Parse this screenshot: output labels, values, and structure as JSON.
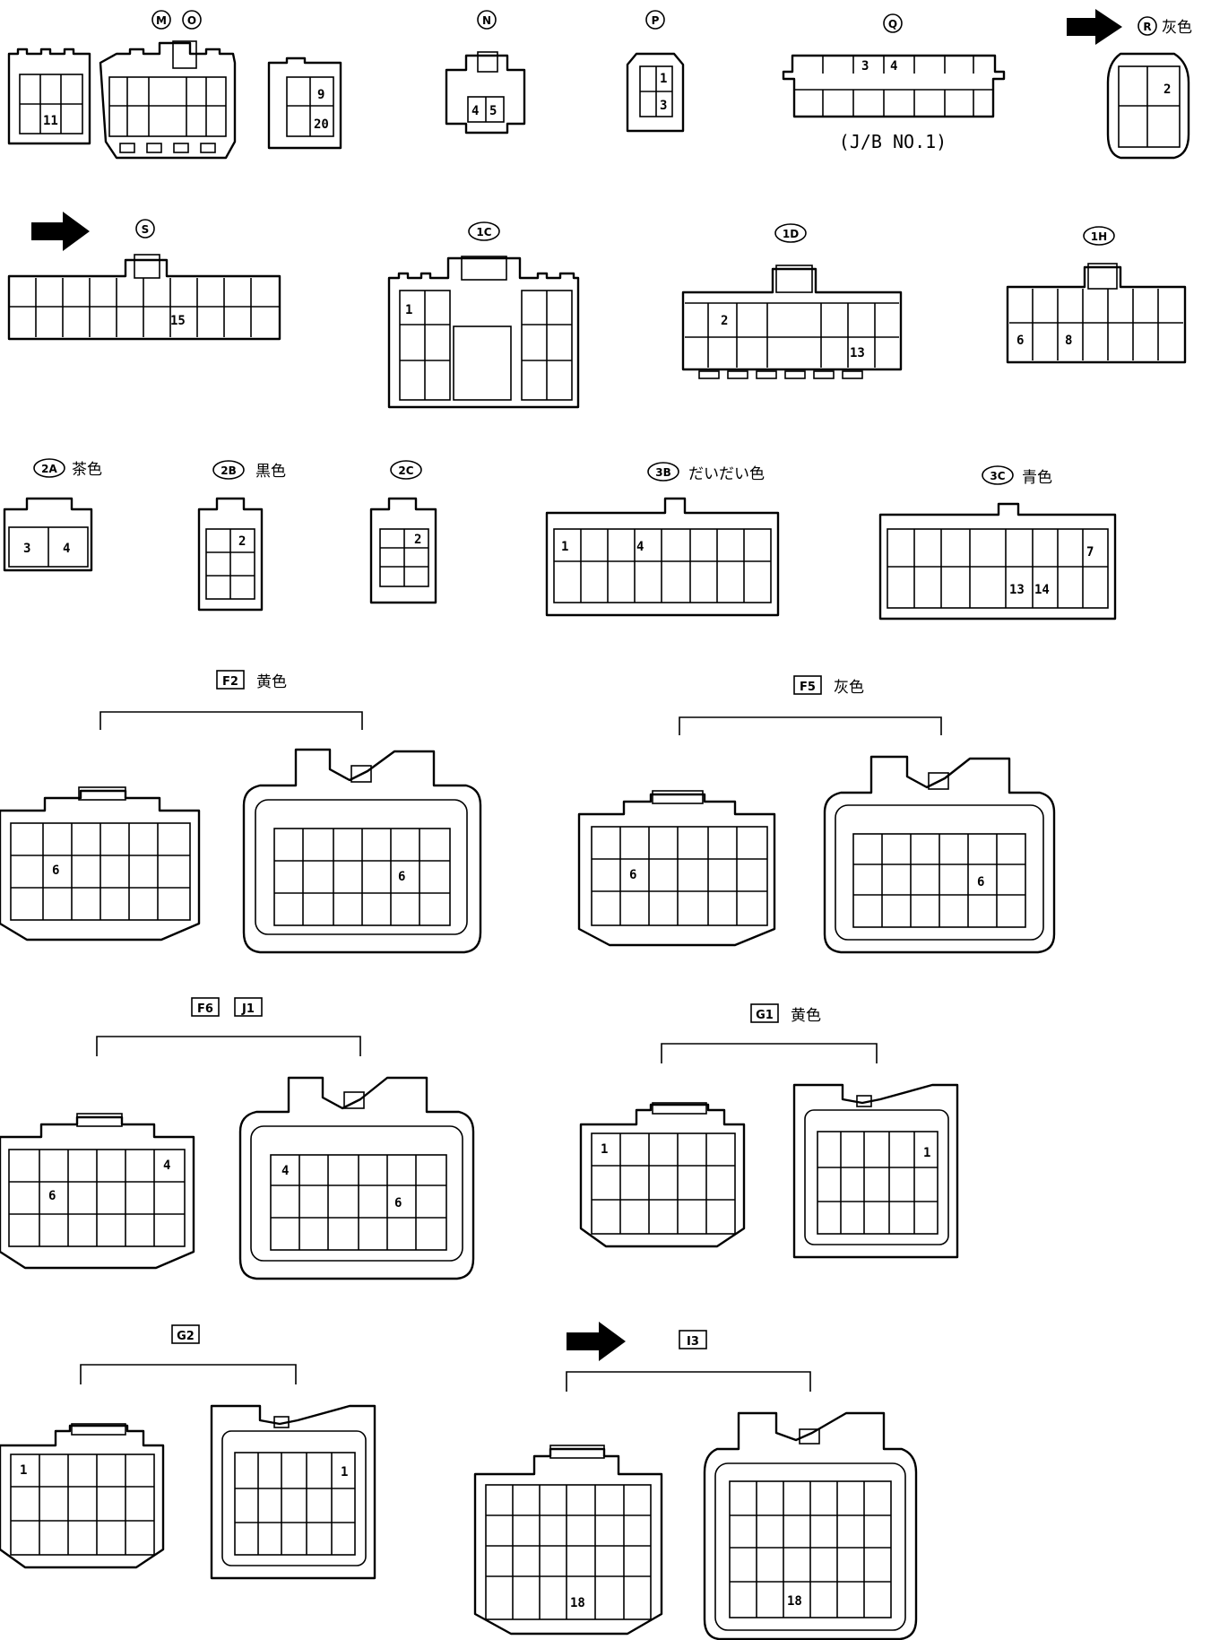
{
  "connectors": {
    "mo": {
      "code_m": "M",
      "code_o": "O",
      "pins": [
        "11",
        "9",
        "20"
      ]
    },
    "n": {
      "code": "N",
      "pins": [
        "4",
        "5"
      ]
    },
    "p": {
      "code": "P",
      "pins": [
        "1",
        "3"
      ]
    },
    "q": {
      "code": "Q",
      "pins": [
        "3",
        "4"
      ],
      "sub": "(J/B NO.1)"
    },
    "r": {
      "code": "R",
      "color": "灰色",
      "pins": [
        "2"
      ]
    },
    "s": {
      "code": "S",
      "pins": [
        "15"
      ]
    },
    "c1": {
      "code": "1C",
      "pins": [
        "1"
      ]
    },
    "d1": {
      "code": "1D",
      "pins": [
        "2",
        "13"
      ]
    },
    "h1": {
      "code": "1H",
      "pins": [
        "6",
        "8"
      ]
    },
    "a2": {
      "code": "2A",
      "color": "茶色",
      "pins": [
        "3",
        "4"
      ]
    },
    "b2": {
      "code": "2B",
      "color": "黒色",
      "pins": [
        "2"
      ]
    },
    "c2": {
      "code": "2C",
      "pins": [
        "2"
      ]
    },
    "b3": {
      "code": "3B",
      "color": "だいだい色",
      "pins": [
        "1",
        "4"
      ]
    },
    "c3": {
      "code": "3C",
      "color": "青色",
      "pins": [
        "7",
        "13",
        "14"
      ]
    },
    "f2": {
      "code": "F2",
      "color": "黄色",
      "left_pins": [
        "6"
      ],
      "right_pins": [
        "6"
      ]
    },
    "f5": {
      "code": "F5",
      "color": "灰色",
      "left_pins": [
        "6"
      ],
      "right_pins": [
        "6"
      ]
    },
    "f6": {
      "code": "F6",
      "code2": "J1",
      "left_pins": [
        "4",
        "6"
      ],
      "right_pins": [
        "4",
        "6"
      ]
    },
    "g1": {
      "code": "G1",
      "color": "黄色",
      "left_pins": [
        "1"
      ],
      "right_pins": [
        "1"
      ]
    },
    "g2": {
      "code": "G2",
      "left_pins": [
        "1"
      ],
      "right_pins": [
        "1"
      ]
    },
    "i3": {
      "code": "I3",
      "left_pins": [
        "18"
      ],
      "right_pins": [
        "18"
      ]
    }
  },
  "colors": {
    "ink": "#000000",
    "paper": "#ffffff"
  },
  "icons": [
    "arrow-right-icon"
  ]
}
